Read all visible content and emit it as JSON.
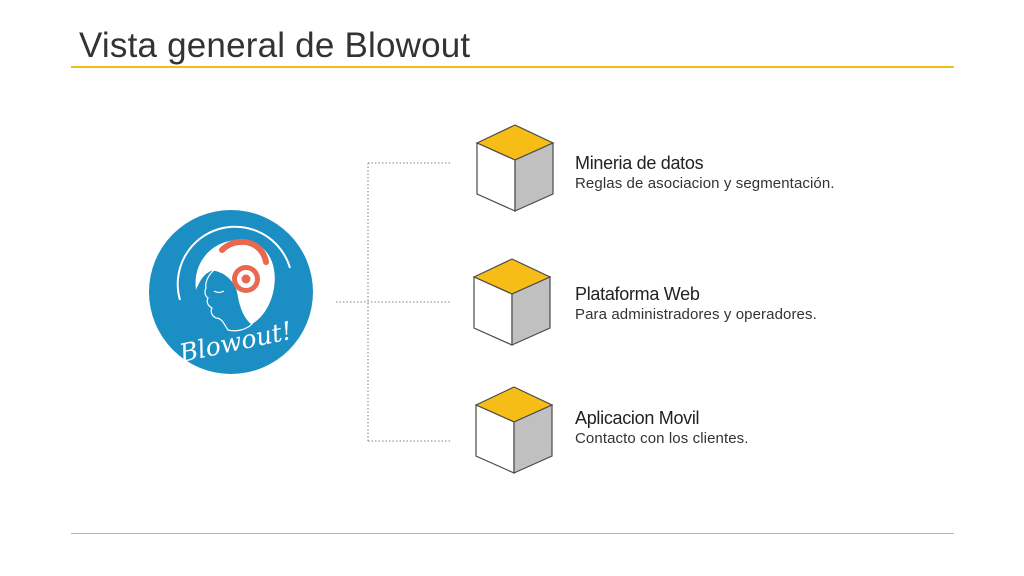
{
  "slide": {
    "title": "Vista general de Blowout"
  },
  "logo": {
    "text": "Blowout!",
    "colors": {
      "circle": "#1b8fc4",
      "headphones": "#e8694f",
      "white": "#ffffff"
    }
  },
  "items": [
    {
      "title": "Mineria de datos",
      "description": "Reglas de asociacion y segmentación."
    },
    {
      "title": "Plataforma Web",
      "description": "Para administradores y operadores."
    },
    {
      "title": "Aplicacion Movil",
      "description": "Contacto con los clientes."
    }
  ],
  "colors": {
    "accent": "#f6bd16",
    "cube_side": "#c0c0c0",
    "connector": "#9a9a9a"
  }
}
